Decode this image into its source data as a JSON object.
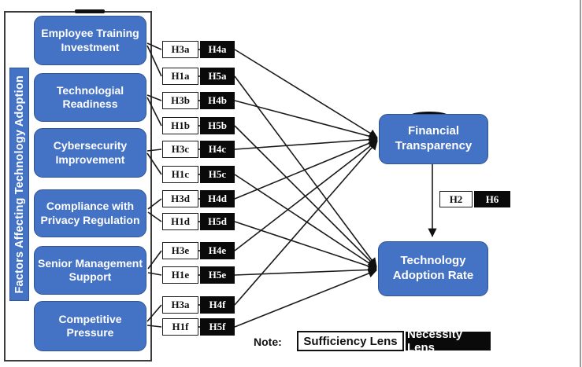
{
  "group": {
    "title": "Factors Affecting Technology Adoption"
  },
  "factors": [
    {
      "label": "Employee Training Investment"
    },
    {
      "label": "Technologial Readiness"
    },
    {
      "label": "Cybersecurity Improvement"
    },
    {
      "label": "Compliance with Privacy Regulation"
    },
    {
      "label": "Senior Management Support"
    },
    {
      "label": "Competitive Pressure"
    }
  ],
  "hypothesis_rows": [
    {
      "sufficiency": "H3a",
      "necessity": "H4a"
    },
    {
      "sufficiency": "H1a",
      "necessity": "H5a"
    },
    {
      "sufficiency": "H3b",
      "necessity": "H4b"
    },
    {
      "sufficiency": "H1b",
      "necessity": "H5b"
    },
    {
      "sufficiency": "H3c",
      "necessity": "H4c"
    },
    {
      "sufficiency": "H1c",
      "necessity": "H5c"
    },
    {
      "sufficiency": "H3d",
      "necessity": "H4d"
    },
    {
      "sufficiency": "H1d",
      "necessity": "H5d"
    },
    {
      "sufficiency": "H3e",
      "necessity": "H4e"
    },
    {
      "sufficiency": "H1e",
      "necessity": "H5e"
    },
    {
      "sufficiency": "H3a",
      "necessity": "H4f"
    },
    {
      "sufficiency": "H1f",
      "necessity": "H5f"
    }
  ],
  "mediator": {
    "label": "Financial Transparency"
  },
  "outcome": {
    "label": "Technology Adoption Rate"
  },
  "mediation_labels": {
    "sufficiency": "H2",
    "necessity": "H6"
  },
  "note": {
    "prefix": "Note:",
    "sufficiency_legend": "Sufficiency Lens",
    "necessity_legend": "Necessity Lens"
  },
  "colors": {
    "construct_blue": "#4472C4",
    "construct_border": "#2F5597",
    "necessity_black": "#0a0a0a",
    "line": "#1a1a1a"
  }
}
